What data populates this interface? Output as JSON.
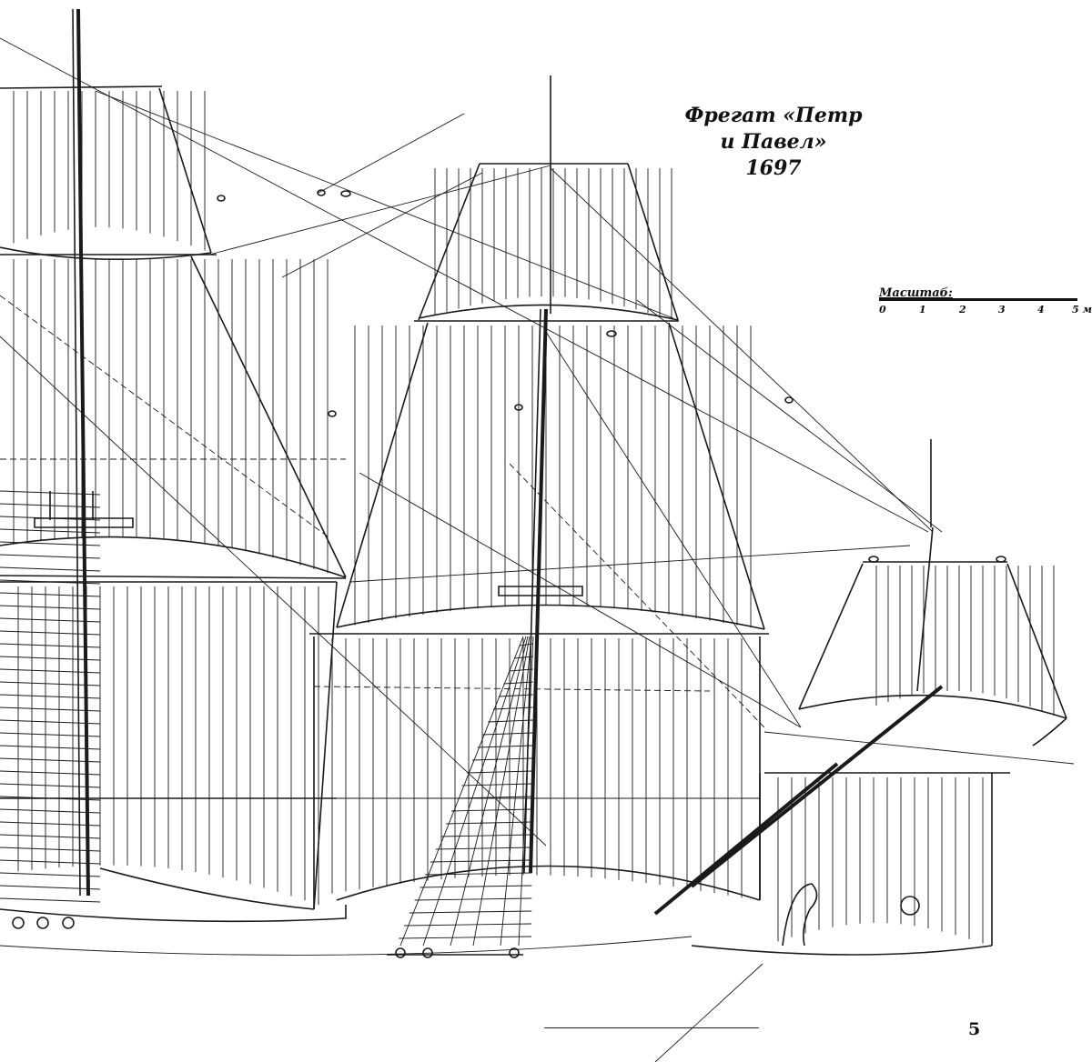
{
  "title": {
    "line1": "Фрегат «Петр и Павел»",
    "line2": "1697"
  },
  "scale": {
    "label": "Масштаб:",
    "ticks": [
      "0",
      "1",
      "2",
      "3",
      "4",
      "5 м"
    ]
  },
  "page_number": "5",
  "colors": {
    "ink": "#1a1a1a",
    "paper": "#ffffff"
  }
}
